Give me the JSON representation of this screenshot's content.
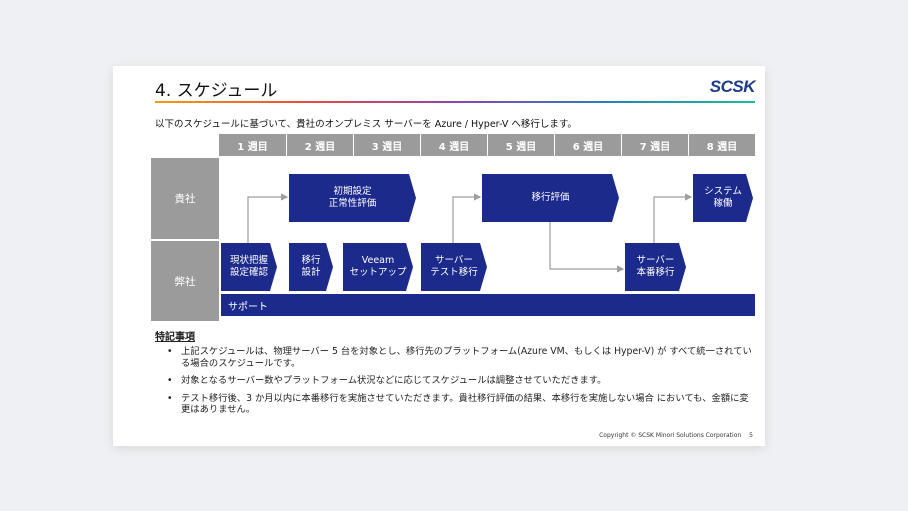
{
  "slide": {
    "title": "4. スケジュール",
    "logo": "SCSK",
    "intro": "以下のスケジュールに基づいて、貴社のオンプレミス サーバーを Azure / Hyper-V へ移行します。",
    "weeks": [
      "1 週目",
      "2 週目",
      "3 週目",
      "4 週目",
      "5 週目",
      "6 週目",
      "7 週目",
      "8 週目"
    ],
    "rows": {
      "client": "貴社",
      "vendor": "弊社"
    },
    "tasks": {
      "initial_settings": "初期設定\n正常性評価",
      "migration_eval": "移行評価",
      "system_operation": "システム\n稼働",
      "current_state": "現状把握\n設定確認",
      "migration_design": "移行\n設計",
      "veeam_setup": "Veeam\nセットアップ",
      "server_test_migration": "サーバー\nテスト移行",
      "server_prod_migration": "サーバー\n本番移行",
      "support": "サポート"
    },
    "notes_heading": "特記事項",
    "notes": [
      "上記スケジュールは、物理サーバー 5 台を対象とし、移行先のプラットフォーム(Azure VM、もしくは Hyper-V) が すべて統一されている場合のスケジュールです。",
      "対象となるサーバー数やプラットフォーム状況などに応じてスケジュールは調整させていただきます。",
      "テスト移行後、3 か月以内に本番移行を実施させていただきます。貴社移行評価の結果、本移行を実施しない場合 においても、金額に変更はありません。"
    ],
    "footer": {
      "copyright": "Copyright © SCSK Minori Solutions Corporation",
      "page": "5"
    },
    "colors": {
      "task": "#1c2a8c",
      "header": "#9b9b9b",
      "connector": "#9e9e9e"
    }
  }
}
